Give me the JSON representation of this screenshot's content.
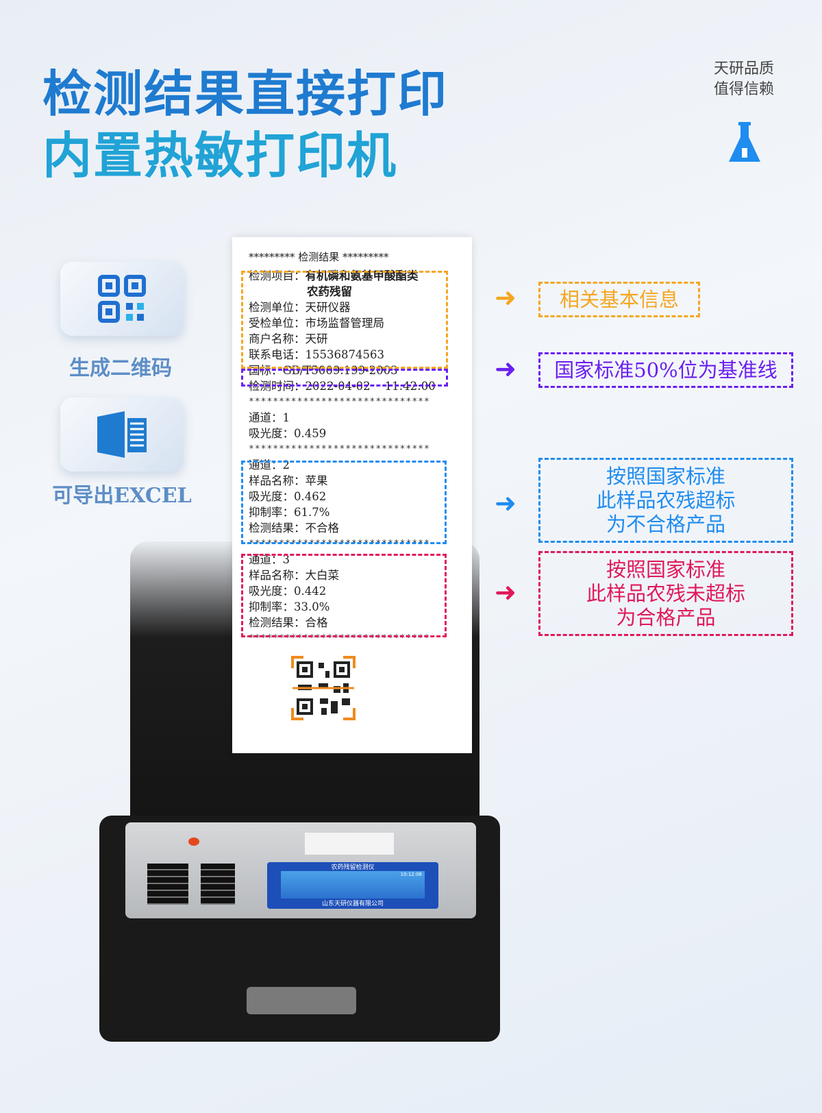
{
  "header": {
    "title_line1": "检测结果直接打印",
    "title_line2": "内置热敏打印机",
    "brand_line1": "天研品质",
    "brand_line2": "值得信赖"
  },
  "features": [
    {
      "label": "生成二维码",
      "icon": "qr-code-icon"
    },
    {
      "label": "可导出EXCEL",
      "icon": "excel-icon"
    }
  ],
  "receipt": {
    "heading": "********* 检测结果 *********",
    "item_label": "检测项目：",
    "item_value": "有机磷和氨基甲酸酯类",
    "item_value2": "农药残留",
    "unit": "检测单位：天研仪器",
    "inspected": "受检单位：市场监督管理局",
    "merchant": "商户名称：天研",
    "phone": "联系电话：15536874563",
    "standard": "国标：GB/T5009.199-2003",
    "time": "检测时间：2022-04-02    11:42:00",
    "sep": "******************************",
    "ch1": [
      "通道：1",
      "吸光度：0.459"
    ],
    "ch2": [
      "通道：2",
      "样品名称：苹果",
      "吸光度：0.462",
      "抑制率：61.7%",
      "检测结果：不合格"
    ],
    "ch3": [
      "通道：3",
      "样品名称：大白菜",
      "吸光度：0.442",
      "抑制率：33.0%",
      "检测结果：合格"
    ]
  },
  "notes": {
    "basic": "相关基本信息",
    "baseline": "国家标准50%位为基准线",
    "fail": [
      "按照国家标准",
      "此样品农残超标",
      "为不合格产品"
    ],
    "pass": [
      "按照国家标准",
      "此样品农残未超标",
      "为合格产品"
    ]
  },
  "device": {
    "screen_title": "农药残留检测仪",
    "screen_company": "山东天研仪器有限公司",
    "screen_time": "10:12:06"
  },
  "colors": {
    "orange": "#f5a623",
    "purple": "#6a1ff0",
    "blue": "#1f8cf0",
    "red": "#e0195a"
  }
}
